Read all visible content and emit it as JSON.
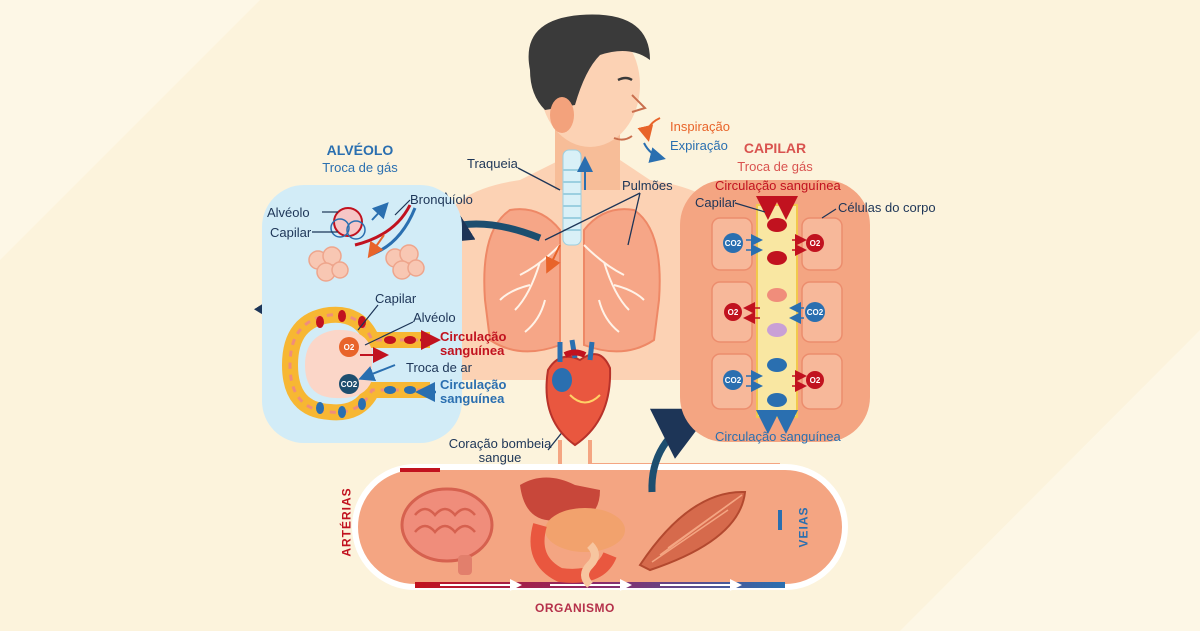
{
  "breathing": {
    "inhale": "Inspiração",
    "exhale": "Expiração"
  },
  "anatomy": {
    "trachea": "Traqueia",
    "lungs": "Pulmões",
    "heart_line1": "Coração bombeia",
    "heart_line2": "sangue"
  },
  "alveolus_panel": {
    "title": "ALVÉOLO",
    "subtitle": "Troca de gás",
    "bronchiole": "Bronquíolo",
    "alveolus_top": "Alvéolo",
    "capillary_top": "Capilar",
    "capillary_mid": "Capilar",
    "alveolus_mid": "Alvéolo",
    "air_exchange": "Troca de ar",
    "blood_out_line1": "Circulação",
    "blood_out_line2": "sanguínea",
    "blood_in_line1": "Circulação",
    "blood_in_line2": "sanguínea",
    "gas_o2": "O2",
    "gas_co2": "CO2"
  },
  "capillary_panel": {
    "title": "CAPILAR",
    "subtitle": "Troca de gás",
    "blood_top": "Circulação sanguínea",
    "capillary": "Capilar",
    "body_cells": "Células do corpo",
    "blood_bottom": "Circulação sanguínea",
    "gas_o2": "O2",
    "gas_co2": "CO2"
  },
  "organism": {
    "arteries": "ARTÉRIAS",
    "veins": "VEIAS",
    "label": "ORGANISMO"
  },
  "colors": {
    "background": "#fcf3dc",
    "artery": "#c1121f",
    "vein": "#2a6fb0",
    "tissue": "#f4a582",
    "panel_blue": "#d2ecf7"
  }
}
